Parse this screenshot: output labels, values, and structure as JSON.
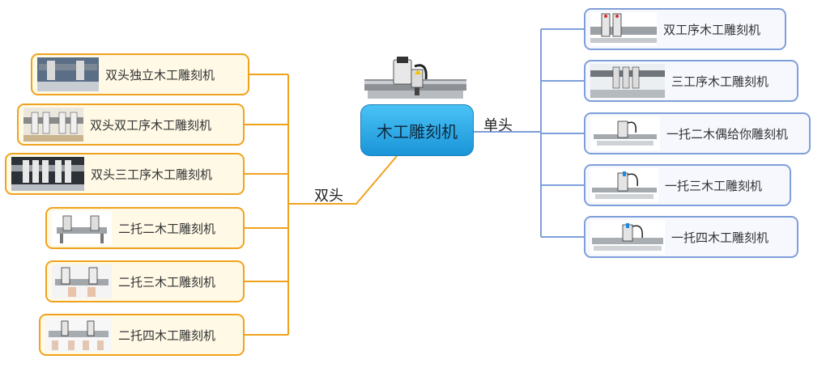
{
  "root": {
    "label": "木工雕刻机"
  },
  "branches": {
    "double": {
      "label": "双头",
      "color": "#F0A21E",
      "items": [
        {
          "label": "双头独立木工雕刻机"
        },
        {
          "label": "双头双工序木工雕刻机"
        },
        {
          "label": "双头三工序木工雕刻机"
        },
        {
          "label": "二托二木工雕刻机"
        },
        {
          "label": "二托三木工雕刻机"
        },
        {
          "label": "二托四木工雕刻机"
        }
      ]
    },
    "single": {
      "label": "单头",
      "color": "#7F9FDA",
      "items": [
        {
          "label": "双工序木工雕刻机"
        },
        {
          "label": "三工序木工雕刻机"
        },
        {
          "label": "一托二木偶给你雕刻机"
        },
        {
          "label": "一托三木工雕刻机"
        },
        {
          "label": "一托四木工雕刻机"
        }
      ]
    }
  }
}
